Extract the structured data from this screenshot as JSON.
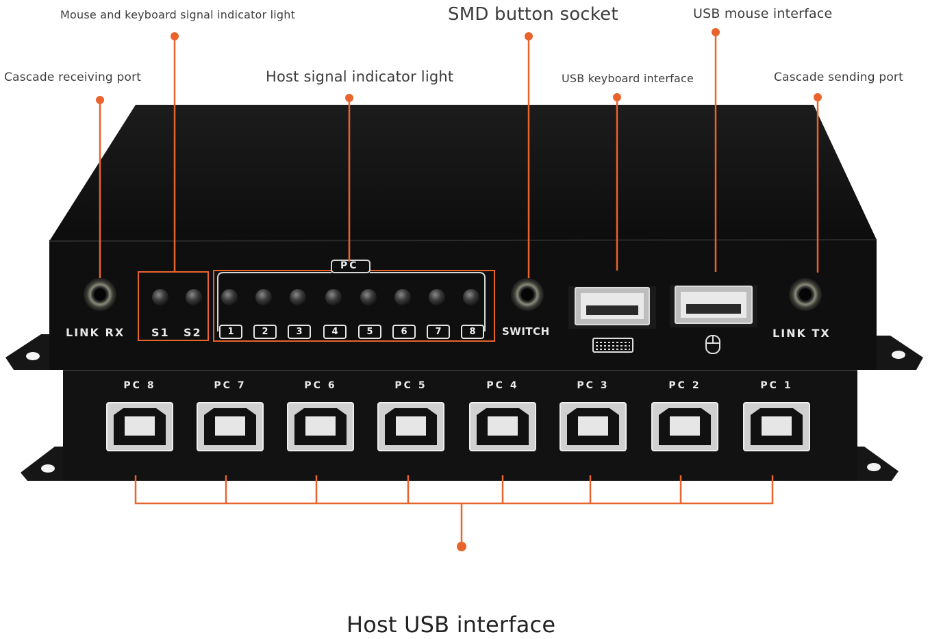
{
  "callouts": {
    "mouse_keyboard_indicator": "Mouse and keyboard signal indicator light",
    "smd_button_socket": "SMD button socket",
    "usb_mouse_interface": "USB mouse interface",
    "cascade_receiving_port": "Cascade receiving port",
    "host_signal_indicator": "Host signal indicator light",
    "usb_keyboard_interface": "USB keyboard interface",
    "cascade_sending_port": "Cascade sending port",
    "host_usb_interface": "Host USB interface"
  },
  "front_panel": {
    "link_rx": "LINK RX",
    "s1": "S1",
    "s2": "S2",
    "pc_group": "PC",
    "pc_numbers": [
      "1",
      "2",
      "3",
      "4",
      "5",
      "6",
      "7",
      "8"
    ],
    "switch": "SWITCH",
    "link_tx": "LINK TX",
    "keyboard_icon": "keyboard-icon",
    "mouse_icon": "mouse-icon"
  },
  "rear_panel": {
    "ports": [
      "PC 8",
      "PC 7",
      "PC 6",
      "PC 5",
      "PC 4",
      "PC 3",
      "PC 2",
      "PC 1"
    ]
  },
  "colors": {
    "callout_line": "#e8642c",
    "device_body": "#141414",
    "label_text": "#3c3c3c"
  }
}
